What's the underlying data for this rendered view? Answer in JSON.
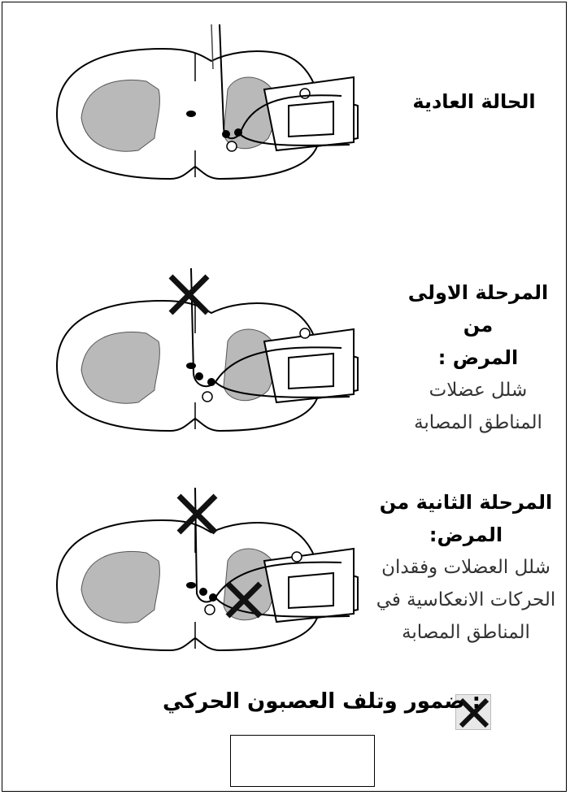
{
  "stage_normal": {
    "title": "الحالة العادية"
  },
  "stage_one": {
    "title_line1": "المرحلة الاولى من",
    "title_line2": "المرض :",
    "desc_line1": "شلل عضلات",
    "desc_line2": "المناطق المصابة"
  },
  "stage_two": {
    "title_line1": "المرحلة الثانية من",
    "title_line2": "المرض:",
    "desc_line1": "شلل العضلات وفقدان",
    "desc_line2": "الحركات الانعكاسية في",
    "desc_line3": "المناطق المصابة"
  },
  "legend": {
    "text": ": ضمور وتلف العصبون الحركي",
    "icon": "cross-mark-icon"
  },
  "answer_box": {
    "value": ""
  },
  "colors": {
    "gray_matter": "#b9b9b9",
    "outline": "#000000",
    "mark": "#111111"
  }
}
